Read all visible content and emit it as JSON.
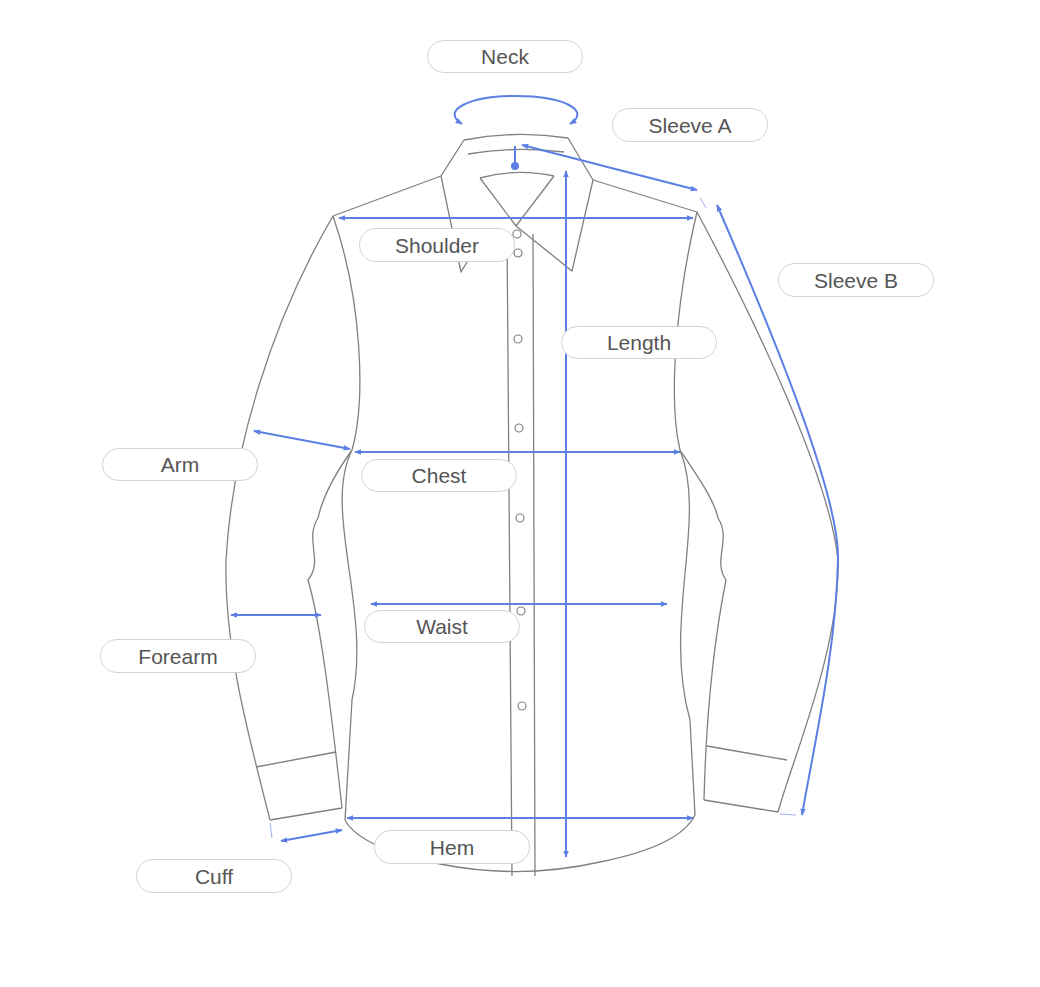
{
  "diagram": {
    "nodes": [
      {
        "text": [
          "Neck"
        ]
      },
      {
        "text": [
          "Sleeve A"
        ]
      },
      {
        "text": [
          "Shoulder"
        ]
      },
      {
        "text": [
          "Sleeve B"
        ]
      },
      {
        "text": [
          "Length"
        ]
      },
      {
        "text": [
          "Arm"
        ]
      },
      {
        "text": [
          "Chest"
        ]
      },
      {
        "text": [
          "Waist"
        ]
      },
      {
        "text": [
          "Forearm"
        ]
      },
      {
        "text": [
          "Hem"
        ]
      },
      {
        "text": [
          "Cuff"
        ]
      }
    ]
  }
}
